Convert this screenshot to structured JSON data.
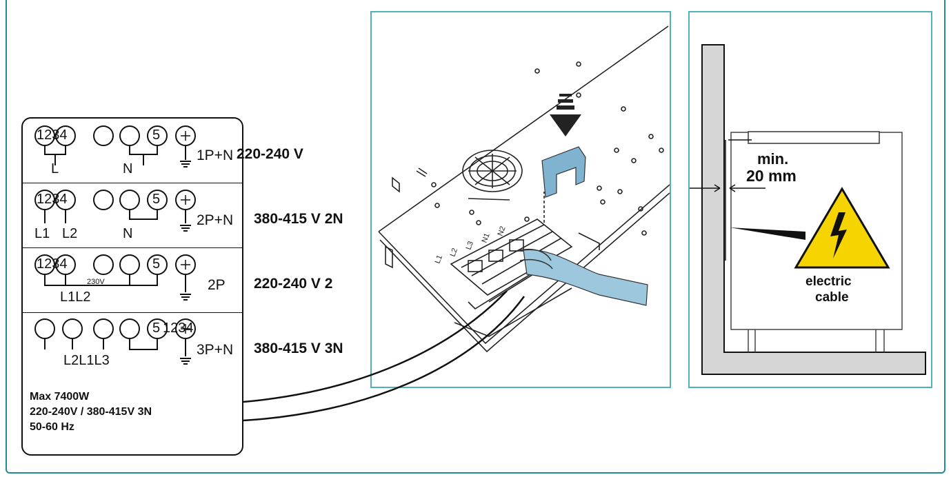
{
  "wiring": {
    "rows": [
      {
        "config": "1P+N",
        "voltage": "220-240 V",
        "labels": [
          "L",
          "N"
        ]
      },
      {
        "config": "2P+N",
        "voltage": "380-415 V 2N",
        "labels": [
          "L1",
          "L2",
          "N"
        ]
      },
      {
        "config": "2P",
        "voltage": "220-240 V 2",
        "labels": [
          "L1L2"
        ],
        "bridge_voltage": "230V"
      },
      {
        "config": "3P+N",
        "voltage": "380-415 V 3N",
        "labels": [
          "L2L1L3"
        ]
      }
    ],
    "terminals": {
      "group": "1234",
      "five": "5"
    },
    "spec": [
      "Max 7400W",
      "220-240V / 380-415V 3N",
      "50-60 Hz"
    ]
  },
  "clearance": {
    "distance_label": "min.",
    "distance_value": "20 mm",
    "warning": [
      "electric",
      "cable"
    ]
  },
  "install": {
    "terminal_labels": [
      "L1",
      "L2",
      "L3",
      "N1",
      "N2"
    ]
  },
  "colors": {
    "frame": "#1c8c95",
    "panel_border": "#4fb2b9",
    "clip_blue": "#7fb3cf",
    "cable_blue": "#9cc7dd",
    "warning_yellow": "#f5d400"
  }
}
